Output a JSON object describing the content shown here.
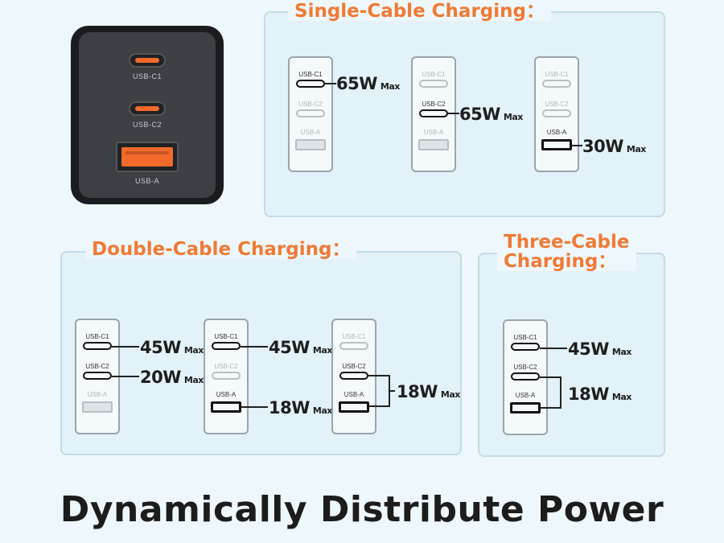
{
  "charger": {
    "port_labels": [
      "USB-C1",
      "USB-C2",
      "USB-A"
    ],
    "accent": "#f26a2b"
  },
  "single": {
    "title": "Single-Cable Charging：",
    "diagrams": [
      {
        "labels": [
          "USB-C1",
          "USB-C2",
          "USB-A"
        ],
        "wattages": [
          "65W"
        ]
      },
      {
        "labels": [
          "USB-C1",
          "USB-C2",
          "USB-A"
        ],
        "wattages": [
          "65W"
        ]
      },
      {
        "labels": [
          "USB-C1",
          "USB-C2",
          "USB-A"
        ],
        "wattages": [
          "30W"
        ]
      }
    ]
  },
  "double": {
    "title": "Double-Cable Charging：",
    "diagrams": [
      {
        "labels": [
          "USB-C1",
          "USB-C2",
          "USB-A"
        ],
        "wattages": [
          "45W",
          "20W"
        ]
      },
      {
        "labels": [
          "USB-C1",
          "USB-C2",
          "USB-A"
        ],
        "wattages": [
          "45W",
          "18W"
        ]
      },
      {
        "labels": [
          "USB-C1",
          "USB-C2",
          "USB-A"
        ],
        "wattages": [
          "18W"
        ]
      }
    ]
  },
  "triple": {
    "title_line1": "Three-Cable",
    "title_line2": "Charging：",
    "diagram": {
      "labels": [
        "USB-C1",
        "USB-C2",
        "USB-A"
      ],
      "wattages": [
        "45W",
        "18W"
      ]
    }
  },
  "max_label": "Max",
  "headline": "Dynamically Distribute Power",
  "colors": {
    "accent": "#f07a35",
    "panel_border": "#c4dbe6",
    "background": "#eef7fb"
  }
}
